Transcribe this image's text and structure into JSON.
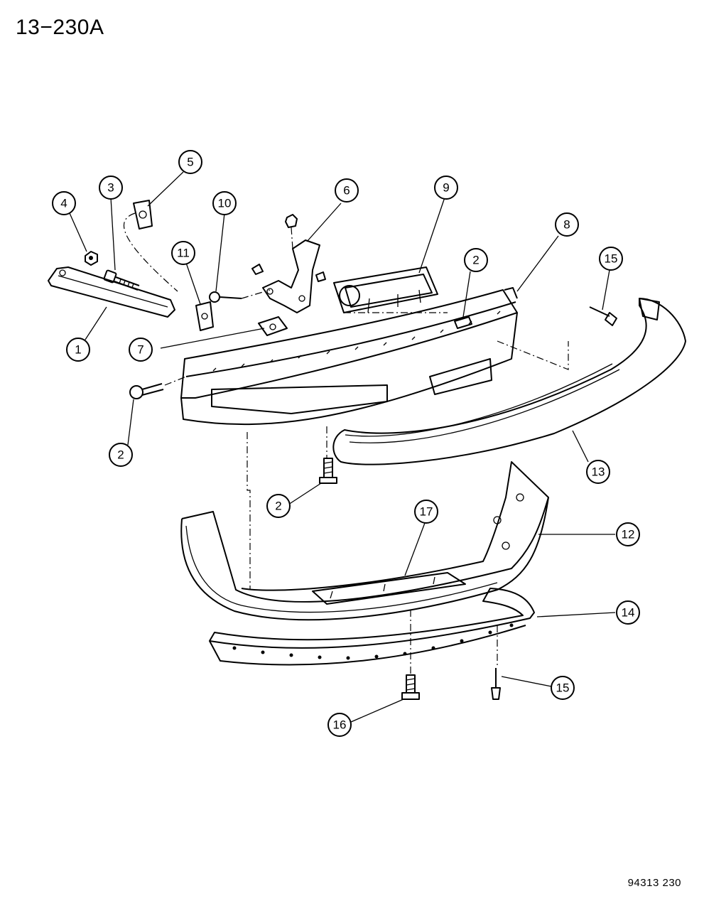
{
  "header": {
    "page_code": "13−230A"
  },
  "footer": {
    "figure_number": "94313 230"
  },
  "callouts": [
    {
      "id": "c1",
      "label": "1"
    },
    {
      "id": "c2a",
      "label": "2"
    },
    {
      "id": "c2b",
      "label": "2"
    },
    {
      "id": "c2c",
      "label": "2"
    },
    {
      "id": "c3",
      "label": "3"
    },
    {
      "id": "c4",
      "label": "4"
    },
    {
      "id": "c5",
      "label": "5"
    },
    {
      "id": "c6",
      "label": "6"
    },
    {
      "id": "c7",
      "label": "7"
    },
    {
      "id": "c8",
      "label": "8"
    },
    {
      "id": "c9",
      "label": "9"
    },
    {
      "id": "c10",
      "label": "10"
    },
    {
      "id": "c11",
      "label": "11"
    },
    {
      "id": "c12",
      "label": "12"
    },
    {
      "id": "c13",
      "label": "13"
    },
    {
      "id": "c14",
      "label": "14"
    },
    {
      "id": "c15a",
      "label": "15"
    },
    {
      "id": "c15b",
      "label": "15"
    },
    {
      "id": "c16",
      "label": "16"
    },
    {
      "id": "c17",
      "label": "17"
    }
  ]
}
